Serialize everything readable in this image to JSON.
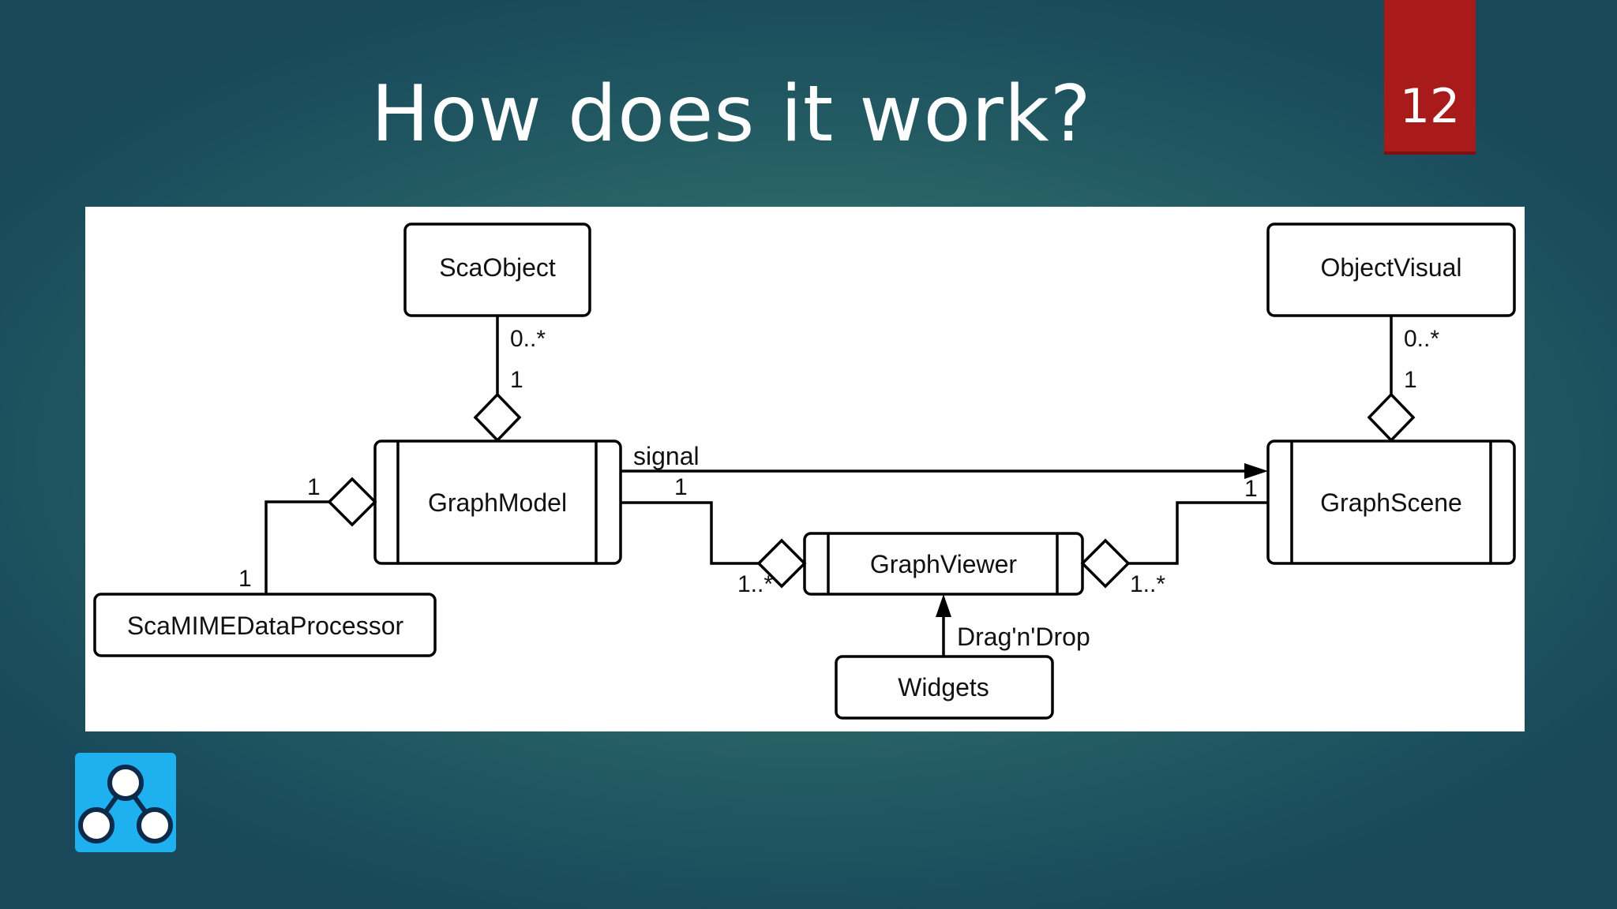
{
  "slide": {
    "title": "How does it work?",
    "page_number": "12"
  },
  "colors": {
    "badge": "#a91b1b",
    "logo_bg": "#1fb0f0",
    "panel": "#ffffff"
  },
  "diagram": {
    "nodes": {
      "sca_object": "ScaObject",
      "object_visual": "ObjectVisual",
      "graph_model": "GraphModel",
      "graph_scene": "GraphScene",
      "graph_viewer": "GraphViewer",
      "mime_processor": "ScaMIMEDataProcessor",
      "widgets": "Widgets"
    },
    "labels": {
      "sca_object_mult_top": "0..*",
      "sca_object_mult_bottom": "1",
      "object_visual_mult_top": "0..*",
      "object_visual_mult_bottom": "1",
      "signal": "signal",
      "model_to_viewer_mult": "1",
      "scene_mult": "1",
      "viewer_left_mult": "1..*",
      "viewer_right_mult": "1..*",
      "mime_mult_model": "1",
      "mime_mult_processor": "1",
      "drag_drop": "Drag'n'Drop"
    }
  },
  "logo_icon": "graph-nodes-icon"
}
